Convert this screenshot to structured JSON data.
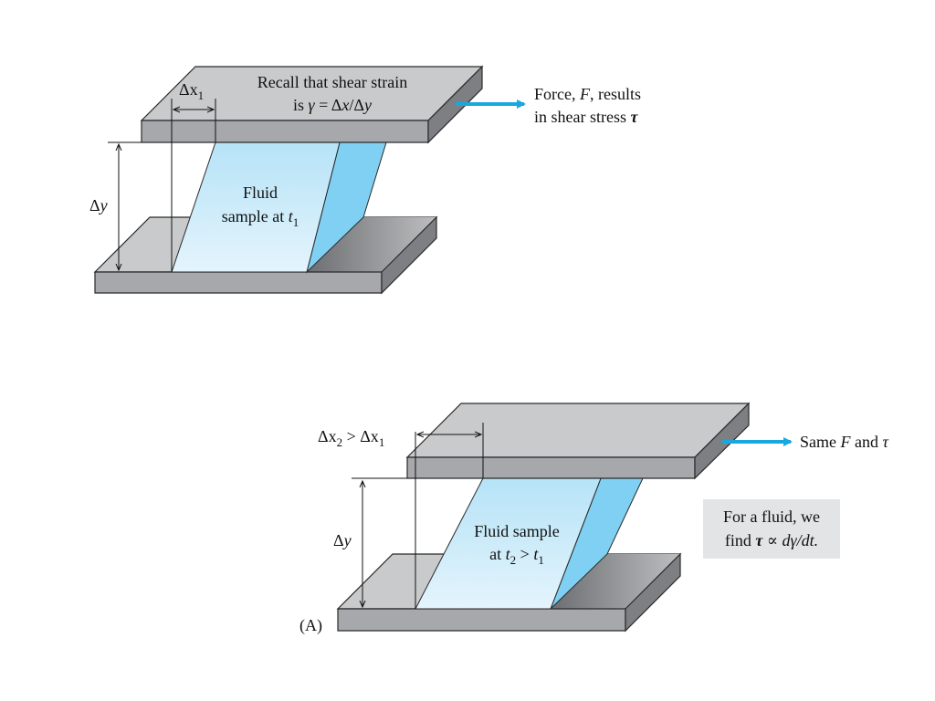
{
  "top_panel": {
    "delta_x1": "Δx",
    "delta_x1_sub": "1",
    "recall_line1": "Recall that shear strain",
    "recall_line2_prefix": "is ",
    "recall_line2_gamma": "γ",
    "recall_line2_rest": " = Δ",
    "recall_line2_x": "x",
    "recall_line2_slash": "/Δ",
    "recall_line2_y": "y",
    "force_line1_prefix": "Force, ",
    "force_line1_F": "F",
    "force_line1_suffix": ", results",
    "force_line2_prefix": "in shear stress ",
    "force_line2_tau": "τ",
    "delta_y": "Δ",
    "delta_y_var": "y",
    "fluid_line1": "Fluid",
    "fluid_line2_prefix": "sample at ",
    "fluid_line2_t": "t",
    "fluid_line2_sub": "1"
  },
  "bottom_panel": {
    "delta_x2_a": "Δx",
    "delta_x2_sub2": "2",
    "delta_x2_gt": " > Δx",
    "delta_x2_sub1": "1",
    "same_prefix": "Same ",
    "same_F": "F",
    "same_mid": " and ",
    "same_tau": "τ",
    "delta_y": "Δ",
    "delta_y_var": "y",
    "fluid_line1": "Fluid sample",
    "fluid_line2_prefix": "at ",
    "fluid_line2_t2": "t",
    "fluid_line2_sub2": "2",
    "fluid_line2_gt": " > ",
    "fluid_line2_t1": "t",
    "fluid_line2_sub1": "1",
    "note_line1": "For a fluid, we",
    "note_line2_prefix": "find ",
    "note_line2_tau": "τ",
    "note_line2_rest": " ∝ ",
    "note_line2_expr": "dγ/dt.",
    "panel_label": "(A)"
  },
  "colors": {
    "force_arrow": "#18a8e0",
    "fluid_light": "#e4f4fc",
    "fluid_mid": "#b6e3f7",
    "fluid_side": "#7fd0f3",
    "plate_top": "#c9cacc",
    "plate_front": "#a7a8ab",
    "note_box": "#e3e4e5"
  }
}
